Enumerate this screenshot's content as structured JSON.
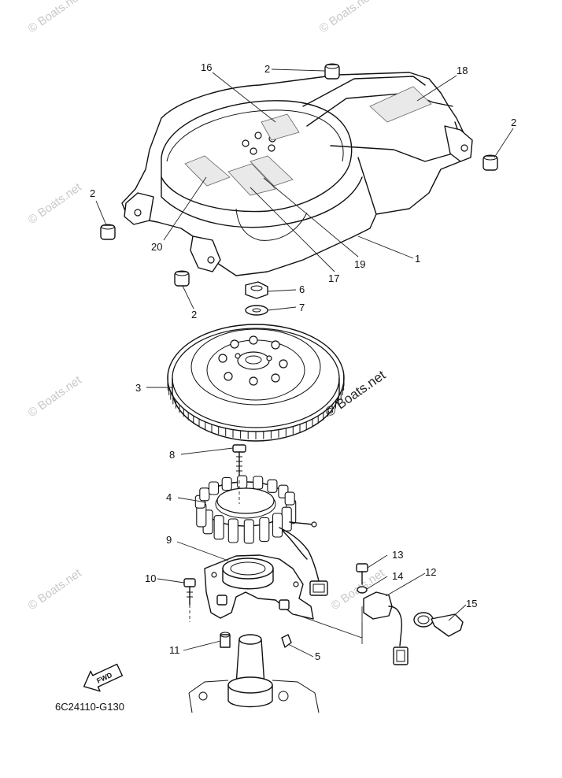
{
  "watermark": "© Boats.net",
  "diagram_code": "6C24110-G130",
  "fwd_label": "FWD",
  "callouts": [
    "16",
    "2",
    "18",
    "2",
    "2",
    "20",
    "19",
    "1",
    "17",
    "2",
    "6",
    "7",
    "3",
    "8",
    "4",
    "9",
    "13",
    "10",
    "14",
    "12",
    "15",
    "11",
    "5"
  ]
}
